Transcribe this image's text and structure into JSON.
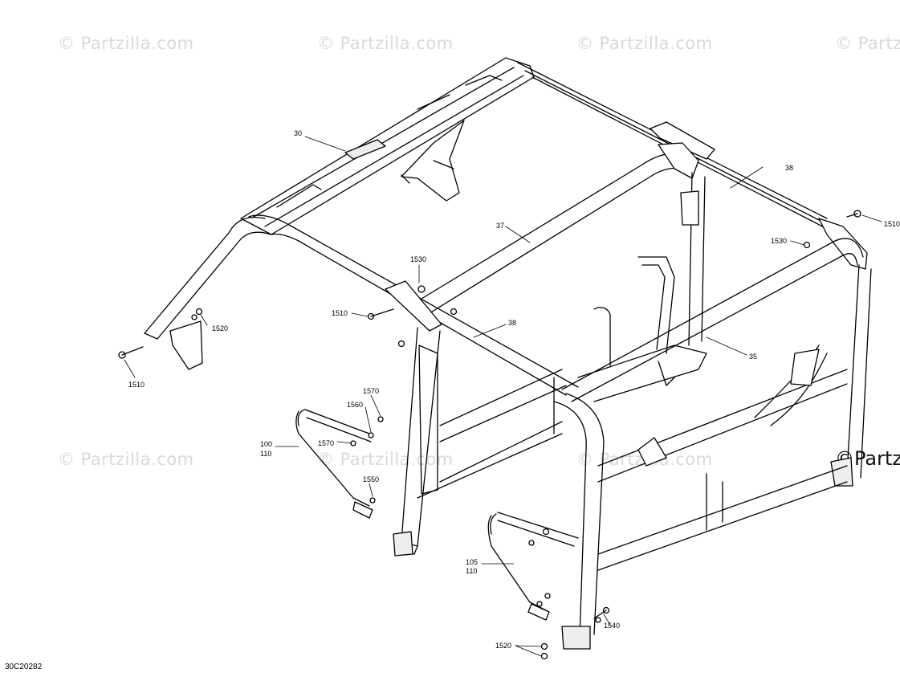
{
  "watermark": "© Partzilla.com",
  "watermark_cut": "Partz",
  "diagram_code": "30C20282",
  "callouts": {
    "p30": "30",
    "p37": "37",
    "p38_top": "38",
    "p38_mid": "38",
    "p35": "35",
    "p1510_right": "1510",
    "p1530_right": "1530",
    "p1530_center": "1530",
    "p1510_center": "1510",
    "p1520_left": "1520",
    "p1510_left": "1510",
    "p1570_a": "1570",
    "p1560": "1560",
    "p100": "100",
    "p110_a": "110",
    "p1570_b": "1570",
    "p1550": "1550",
    "p105": "105",
    "p110_b": "110",
    "p1540": "1540",
    "p1520_bottom": "1520"
  },
  "colors": {
    "line": "#000000",
    "watermark": "#d9d9d9",
    "background": "#ffffff"
  }
}
